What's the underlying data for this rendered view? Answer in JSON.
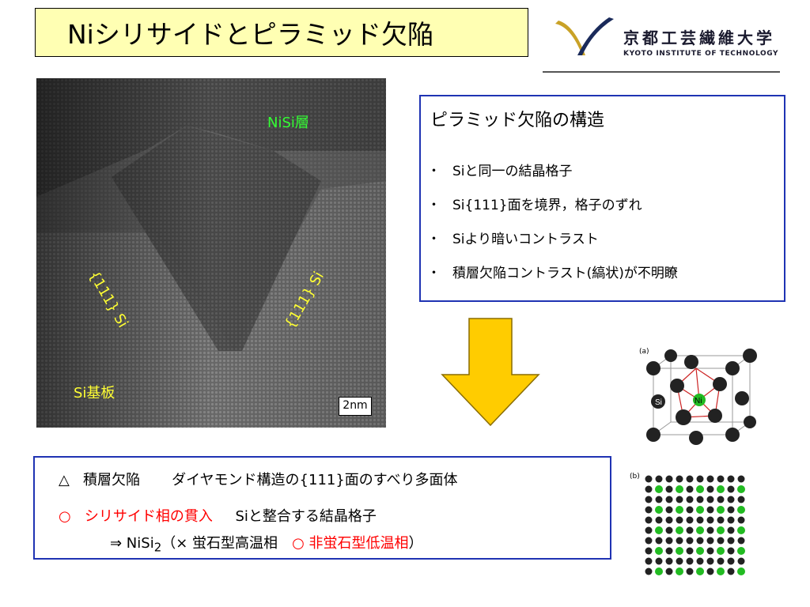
{
  "title": "Niシリサイドとピラミッド欠陥",
  "logo": {
    "jp": "京都工芸繊維大学",
    "en": "KYOTO INSTITUTE OF TECHNOLOGY",
    "colors": {
      "gold": "#c9a227",
      "navy": "#1a2a5a"
    }
  },
  "tem": {
    "label_nisi": "NiSi層",
    "label_si111_left": "{111} Si",
    "label_si111_right": "{111} Si",
    "label_si_substrate": "Si基板",
    "scale_bar": "2nm"
  },
  "info": {
    "title": "ピラミッド欠陥の構造",
    "items": [
      "Siと同一の結晶格子",
      " Si{111}面を境界，格子のずれ",
      "Siより暗いコントラスト",
      "積層欠陥コントラスト(縞状)が不明瞭"
    ],
    "bullet": "・"
  },
  "bottom": {
    "row1_mark": "△",
    "row1_term": "積層欠陥",
    "row1_desc": "ダイヤモンド構造の{111}面のすべり多面体",
    "row2_mark": "○",
    "row2_term": "シリサイド相の貫入",
    "row2_desc": "Siと整合する結晶格子",
    "row3_prefix": "⇒  NiSi",
    "row3_sub": "2",
    "row3_mid": "（× 蛍石型高温相　",
    "row3_red": "○ 非蛍石型低温相",
    "row3_end": "）"
  },
  "crystal": {
    "cap_a": "(a)",
    "cap_b": "(b)",
    "si_label": "Si",
    "ni_label": "Ni"
  },
  "colors": {
    "title_bg": "#ffffb3",
    "box_border": "#1f33b3",
    "arrow_fill": "#ffcc00",
    "label_green": "#33ff33",
    "label_yellow": "#ffff33",
    "ni_green": "#22bb22",
    "red": "#ff0000"
  }
}
